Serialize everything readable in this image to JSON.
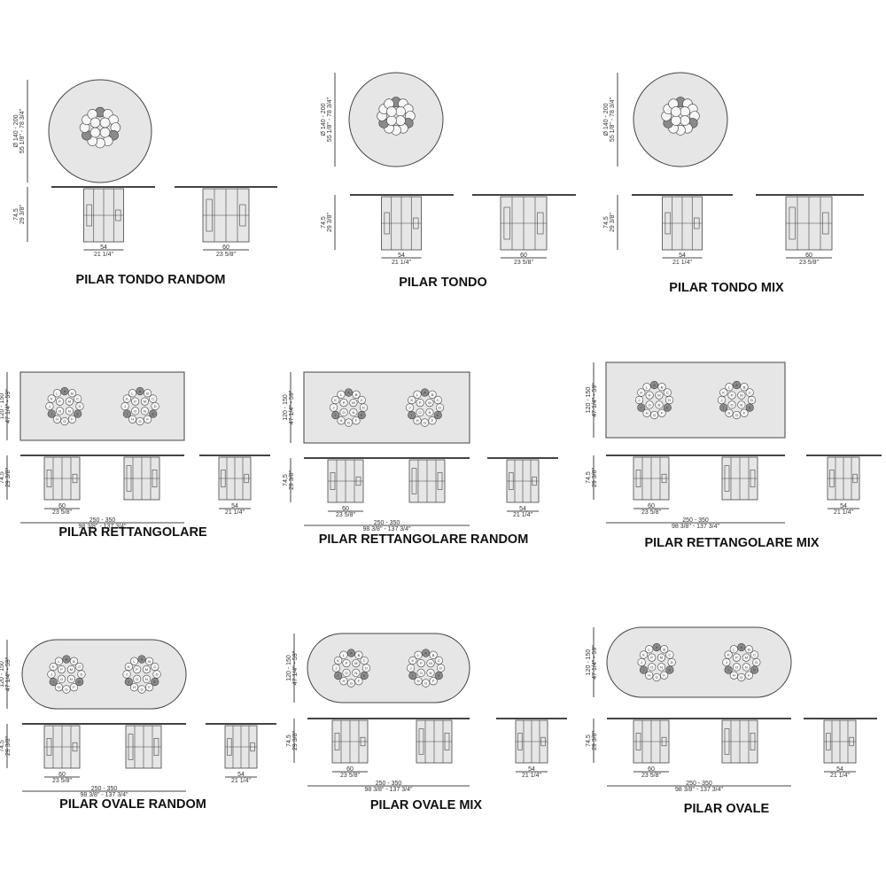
{
  "colors": {
    "line": "#444444",
    "fill": "#e6e6e6",
    "accent_circle": "#8a8a8a"
  },
  "hub_letters": [
    "A",
    "B",
    "C",
    "D",
    "E",
    "F",
    "G",
    "H",
    "I",
    "J",
    "K",
    "L",
    "M",
    "N",
    "O",
    "P"
  ],
  "panels": [
    {
      "title": "PILAR TONDO RANDOM",
      "shape": "round",
      "top_cm": "Ø 140 - 200",
      "top_in": "55 1/8\" - 78 3/4\"",
      "height_cm": "74,5",
      "height_in": "29 3/8\"",
      "base_a_cm": "54",
      "base_a_in": "21 1/4\"",
      "base_b_cm": "60",
      "base_b_in": "23 5/8\""
    },
    {
      "title": "PILAR TONDO",
      "shape": "round",
      "top_cm": "Ø 140 - 200",
      "top_in": "55 1/8\" - 78 3/4\"",
      "height_cm": "74,5",
      "height_in": "29 3/8\"",
      "base_a_cm": "54",
      "base_a_in": "21 1/4\"",
      "base_b_cm": "60",
      "base_b_in": "23 5/8\""
    },
    {
      "title": "PILAR TONDO MIX",
      "shape": "round",
      "top_cm": "Ø 140 - 200",
      "top_in": "55 1/8\" - 78 3/4\"",
      "height_cm": "74,5",
      "height_in": "29 3/8\"",
      "base_a_cm": "54",
      "base_a_in": "21 1/4\"",
      "base_b_cm": "60",
      "base_b_in": "23 5/8\""
    },
    {
      "title": "PILAR RETTANGOLARE",
      "shape": "rect",
      "width_cm": "120 - 150",
      "width_in": "47 1/4\" - 59\"",
      "height_cm": "74,5",
      "height_in": "29 3/8\"",
      "base_a_cm": "60",
      "base_a_in": "23 5/8\"",
      "base_b_cm": "54",
      "base_b_in": "21 1/4\"",
      "length_cm": "250 - 350",
      "length_in": "98 3/8\" - 137 3/4\""
    },
    {
      "title": "PILAR RETTANGOLARE RANDOM",
      "shape": "rect",
      "width_cm": "120 - 150",
      "width_in": "47 1/4\" - 59\"",
      "height_cm": "74,5",
      "height_in": "29 3/8\"",
      "base_a_cm": "60",
      "base_a_in": "23 5/8\"",
      "base_b_cm": "54",
      "base_b_in": "21 1/4\"",
      "length_cm": "250 - 350",
      "length_in": "98 3/8\" - 137 3/4\""
    },
    {
      "title": "PILAR RETTANGOLARE MIX",
      "shape": "rect",
      "width_cm": "120 - 150",
      "width_in": "47 1/4\" - 59\"",
      "height_cm": "74,5",
      "height_in": "29 3/8\"",
      "base_a_cm": "60",
      "base_a_in": "23 5/8\"",
      "base_b_cm": "54",
      "base_b_in": "21 1/4\"",
      "length_cm": "250 - 350",
      "length_in": "98 3/8\" - 137 3/4\""
    },
    {
      "title": "PILAR OVALE RANDOM",
      "shape": "oval",
      "width_cm": "120 - 150",
      "width_in": "47 1/4\" - 59\"",
      "height_cm": "74,5",
      "height_in": "29 3/8\"",
      "base_a_cm": "60",
      "base_a_in": "23 5/8\"",
      "base_b_cm": "54",
      "base_b_in": "21 1/4\"",
      "length_cm": "250 - 350",
      "length_in": "98 3/8\" - 137 3/4\""
    },
    {
      "title": "PILAR OVALE MIX",
      "shape": "oval",
      "width_cm": "120 - 150",
      "width_in": "47 1/4\" - 59\"",
      "height_cm": "74,5",
      "height_in": "29 3/8\"",
      "base_a_cm": "60",
      "base_a_in": "23 5/8\"",
      "base_b_cm": "54",
      "base_b_in": "21 1/4\"",
      "length_cm": "250 - 350",
      "length_in": "98 3/8\" - 137 3/4\""
    },
    {
      "title": "PILAR OVALE",
      "shape": "oval",
      "width_cm": "120 - 150",
      "width_in": "47 1/4\" - 59\"",
      "height_cm": "74,5",
      "height_in": "29 3/8\"",
      "base_a_cm": "60",
      "base_a_in": "23 5/8\"",
      "base_b_cm": "54",
      "base_b_in": "21 1/4\"",
      "length_cm": "250 - 350",
      "length_in": "98 3/8\" - 137 3/4\""
    }
  ]
}
